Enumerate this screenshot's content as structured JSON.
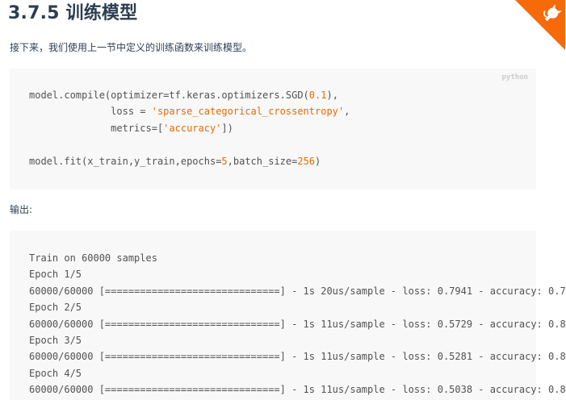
{
  "section": {
    "title": "3.7.5 训练模型"
  },
  "intro": {
    "text": "接下来，我们使用上一节中定义的训练函数来训练模型。"
  },
  "code_block": {
    "language": "python",
    "lines": [
      [
        {
          "t": "model.compile(optimizer=tf.keras.optimizers.SGD("
        },
        {
          "t": "0.1",
          "c": "num"
        },
        {
          "t": "),"
        }
      ],
      [
        {
          "t": "              loss = "
        },
        {
          "t": "'sparse_categorical_crossentropy'",
          "c": "str"
        },
        {
          "t": ","
        }
      ],
      [
        {
          "t": "              metrics=["
        },
        {
          "t": "'accuracy'",
          "c": "str"
        },
        {
          "t": "])"
        }
      ],
      [
        {
          "t": ""
        }
      ],
      [
        {
          "t": "model.fit(x_train,y_train,epochs="
        },
        {
          "t": "5",
          "c": "num"
        },
        {
          "t": ",batch_size="
        },
        {
          "t": "256",
          "c": "num"
        },
        {
          "t": ")"
        }
      ]
    ]
  },
  "output": {
    "label": "输出:",
    "lines": [
      "Train on 60000 samples",
      "Epoch 1/5",
      "60000/60000 [==============================] - 1s 20us/sample - loss: 0.7941 - accuracy: 0.7",
      "Epoch 2/5",
      "60000/60000 [==============================] - 1s 11us/sample - loss: 0.5729 - accuracy: 0.8",
      "Epoch 3/5",
      "60000/60000 [==============================] - 1s 11us/sample - loss: 0.5281 - accuracy: 0.8",
      "Epoch 4/5",
      "60000/60000 [==============================] - 1s 11us/sample - loss: 0.5038 - accuracy: 0.8"
    ]
  },
  "colors": {
    "accent": "#f66a0a",
    "text": "#2c3e50",
    "code_bg": "#f8f8f8",
    "string": "#e96900"
  },
  "icons": {
    "corner": "github-corner-icon"
  }
}
